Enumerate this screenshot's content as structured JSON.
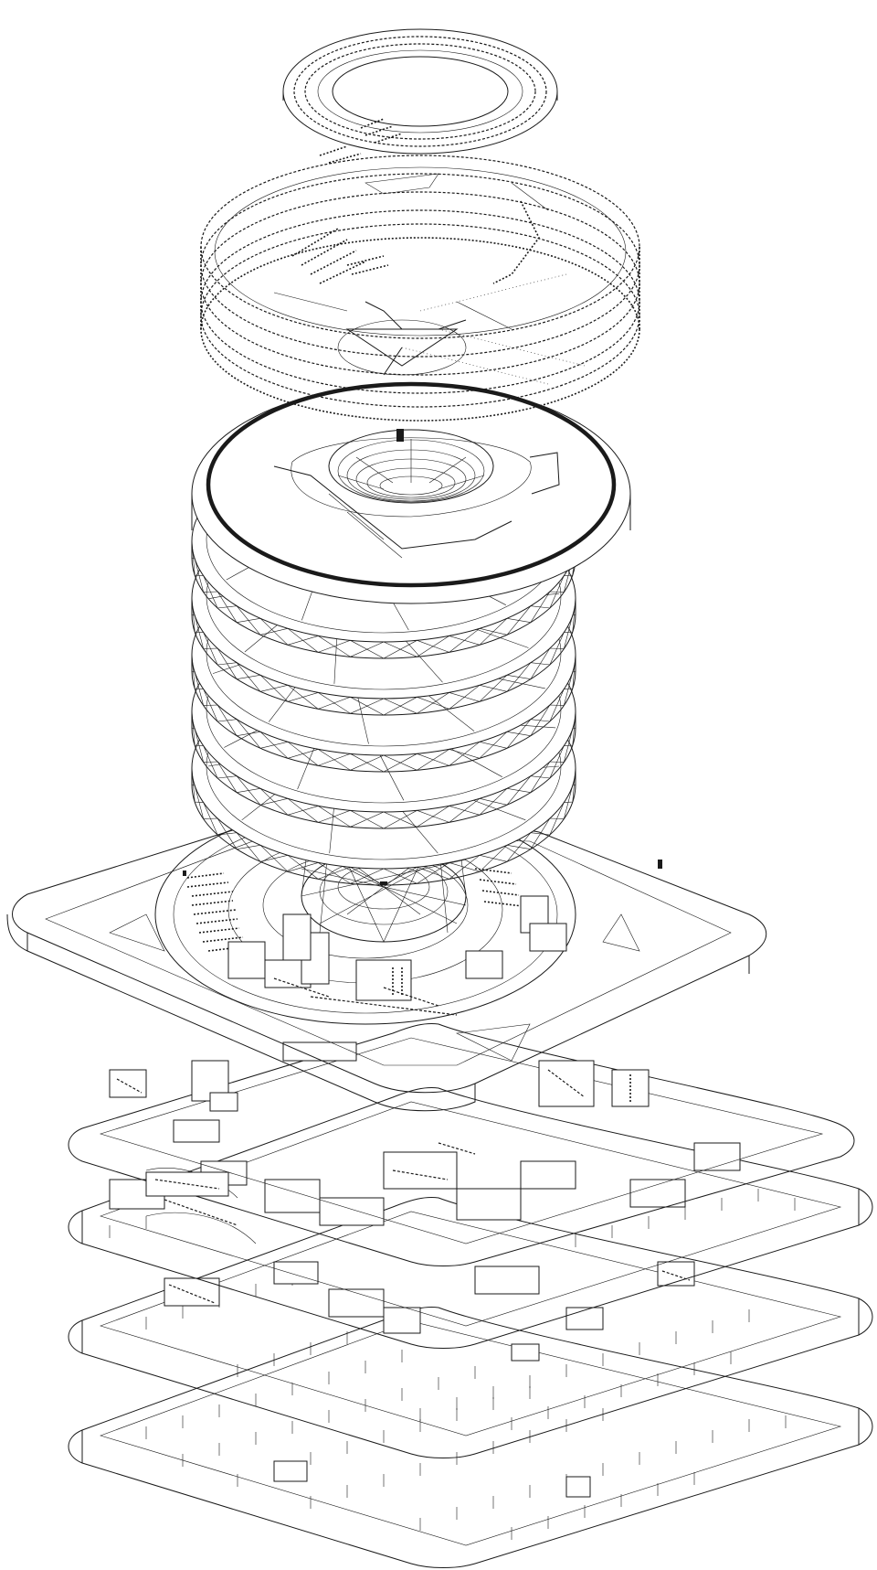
{
  "colors": {
    "background": "#ffffff",
    "ink": "#1a1a1a"
  },
  "layers": [
    {
      "id": "roof-ring",
      "icon": "ring"
    },
    {
      "id": "perforated-drum",
      "icon": "cylinder"
    },
    {
      "id": "auditorium-level",
      "icon": "oval"
    },
    {
      "id": "structural-floor-1",
      "icon": "lattice-ring"
    },
    {
      "id": "structural-floor-2",
      "icon": "lattice-ring"
    },
    {
      "id": "structural-floor-3",
      "icon": "lattice-ring"
    },
    {
      "id": "structural-floor-4",
      "icon": "lattice-ring"
    },
    {
      "id": "structural-floor-5",
      "icon": "lattice-ring"
    },
    {
      "id": "ground-plaza",
      "icon": "rounded-square"
    },
    {
      "id": "basement-1",
      "icon": "rounded-square"
    },
    {
      "id": "basement-2",
      "icon": "rounded-square"
    },
    {
      "id": "basement-3",
      "icon": "rounded-square"
    }
  ]
}
